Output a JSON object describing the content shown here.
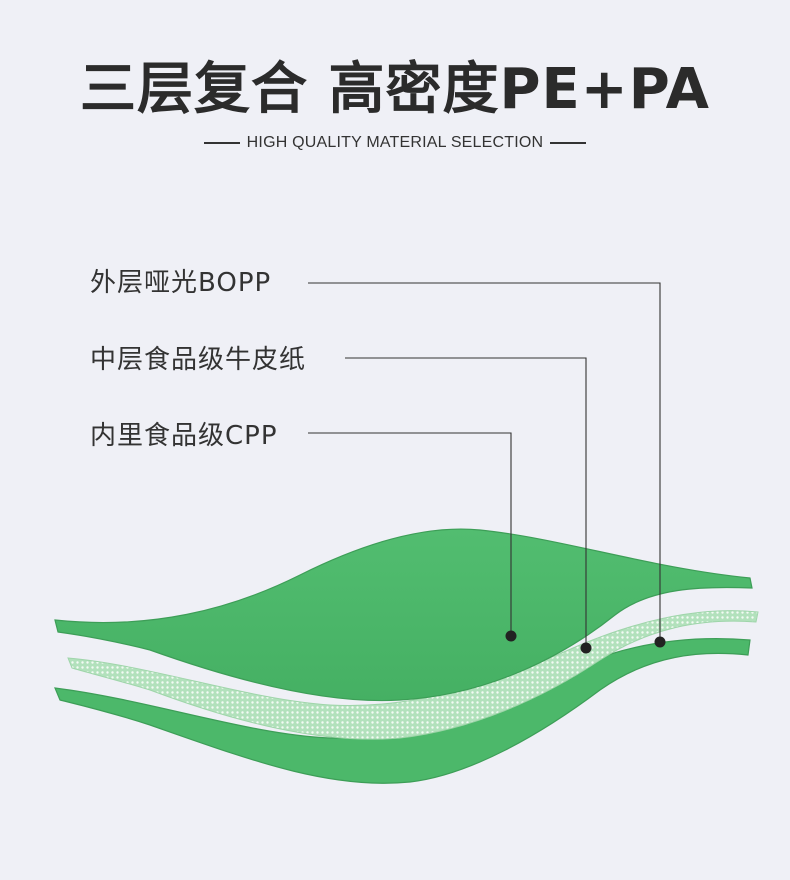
{
  "title": "三层复合 高密度PE+PA",
  "subtitle": "HIGH QUALITY MATERIAL SELECTION",
  "layers": [
    {
      "label": "外层哑光BOPP"
    },
    {
      "label": "中层食品级牛皮纸"
    },
    {
      "label": "内里食品级CPP"
    }
  ],
  "colors": {
    "background": "#eff0f6",
    "layer_green": "#4cb86a",
    "layer_edge": "#3d9e57",
    "mesh_base": "#b2e1bc",
    "text": "#2b2b2b",
    "leader": "#333333"
  }
}
